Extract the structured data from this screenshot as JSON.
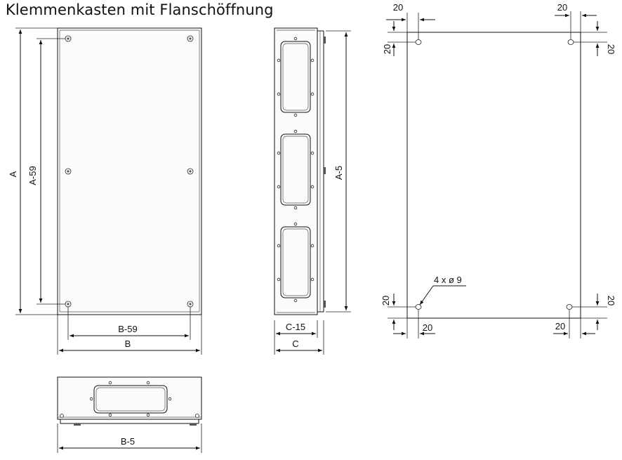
{
  "title": "Klemmenkasten mit Flanschöffnung",
  "front": {
    "height_label": "A",
    "inner_height_label": "A-59",
    "inner_width_label": "B-59",
    "width_label": "B"
  },
  "side": {
    "height_label": "A-5",
    "inner_depth_label": "C-15",
    "depth_label": "C"
  },
  "bottom": {
    "width_label": "B-5"
  },
  "drilling": {
    "offset_top_left_x": "20",
    "offset_top_right_x": "20",
    "offset_top_left_y": "20",
    "offset_top_right_y": "20",
    "offset_bottom_left_y": "20",
    "offset_bottom_right_y": "20",
    "offset_bottom_left_x": "20",
    "offset_bottom_right_x": "20",
    "hole_spec": "4 x ø 9"
  }
}
